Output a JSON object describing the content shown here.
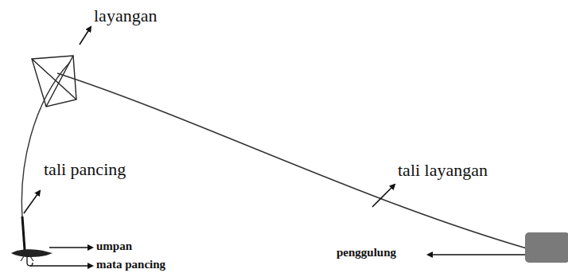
{
  "diagram": {
    "labels": [
      "layangan",
      "tali pancing",
      "tali layangan",
      "umpan",
      "mata pancing",
      "penggulung"
    ]
  }
}
